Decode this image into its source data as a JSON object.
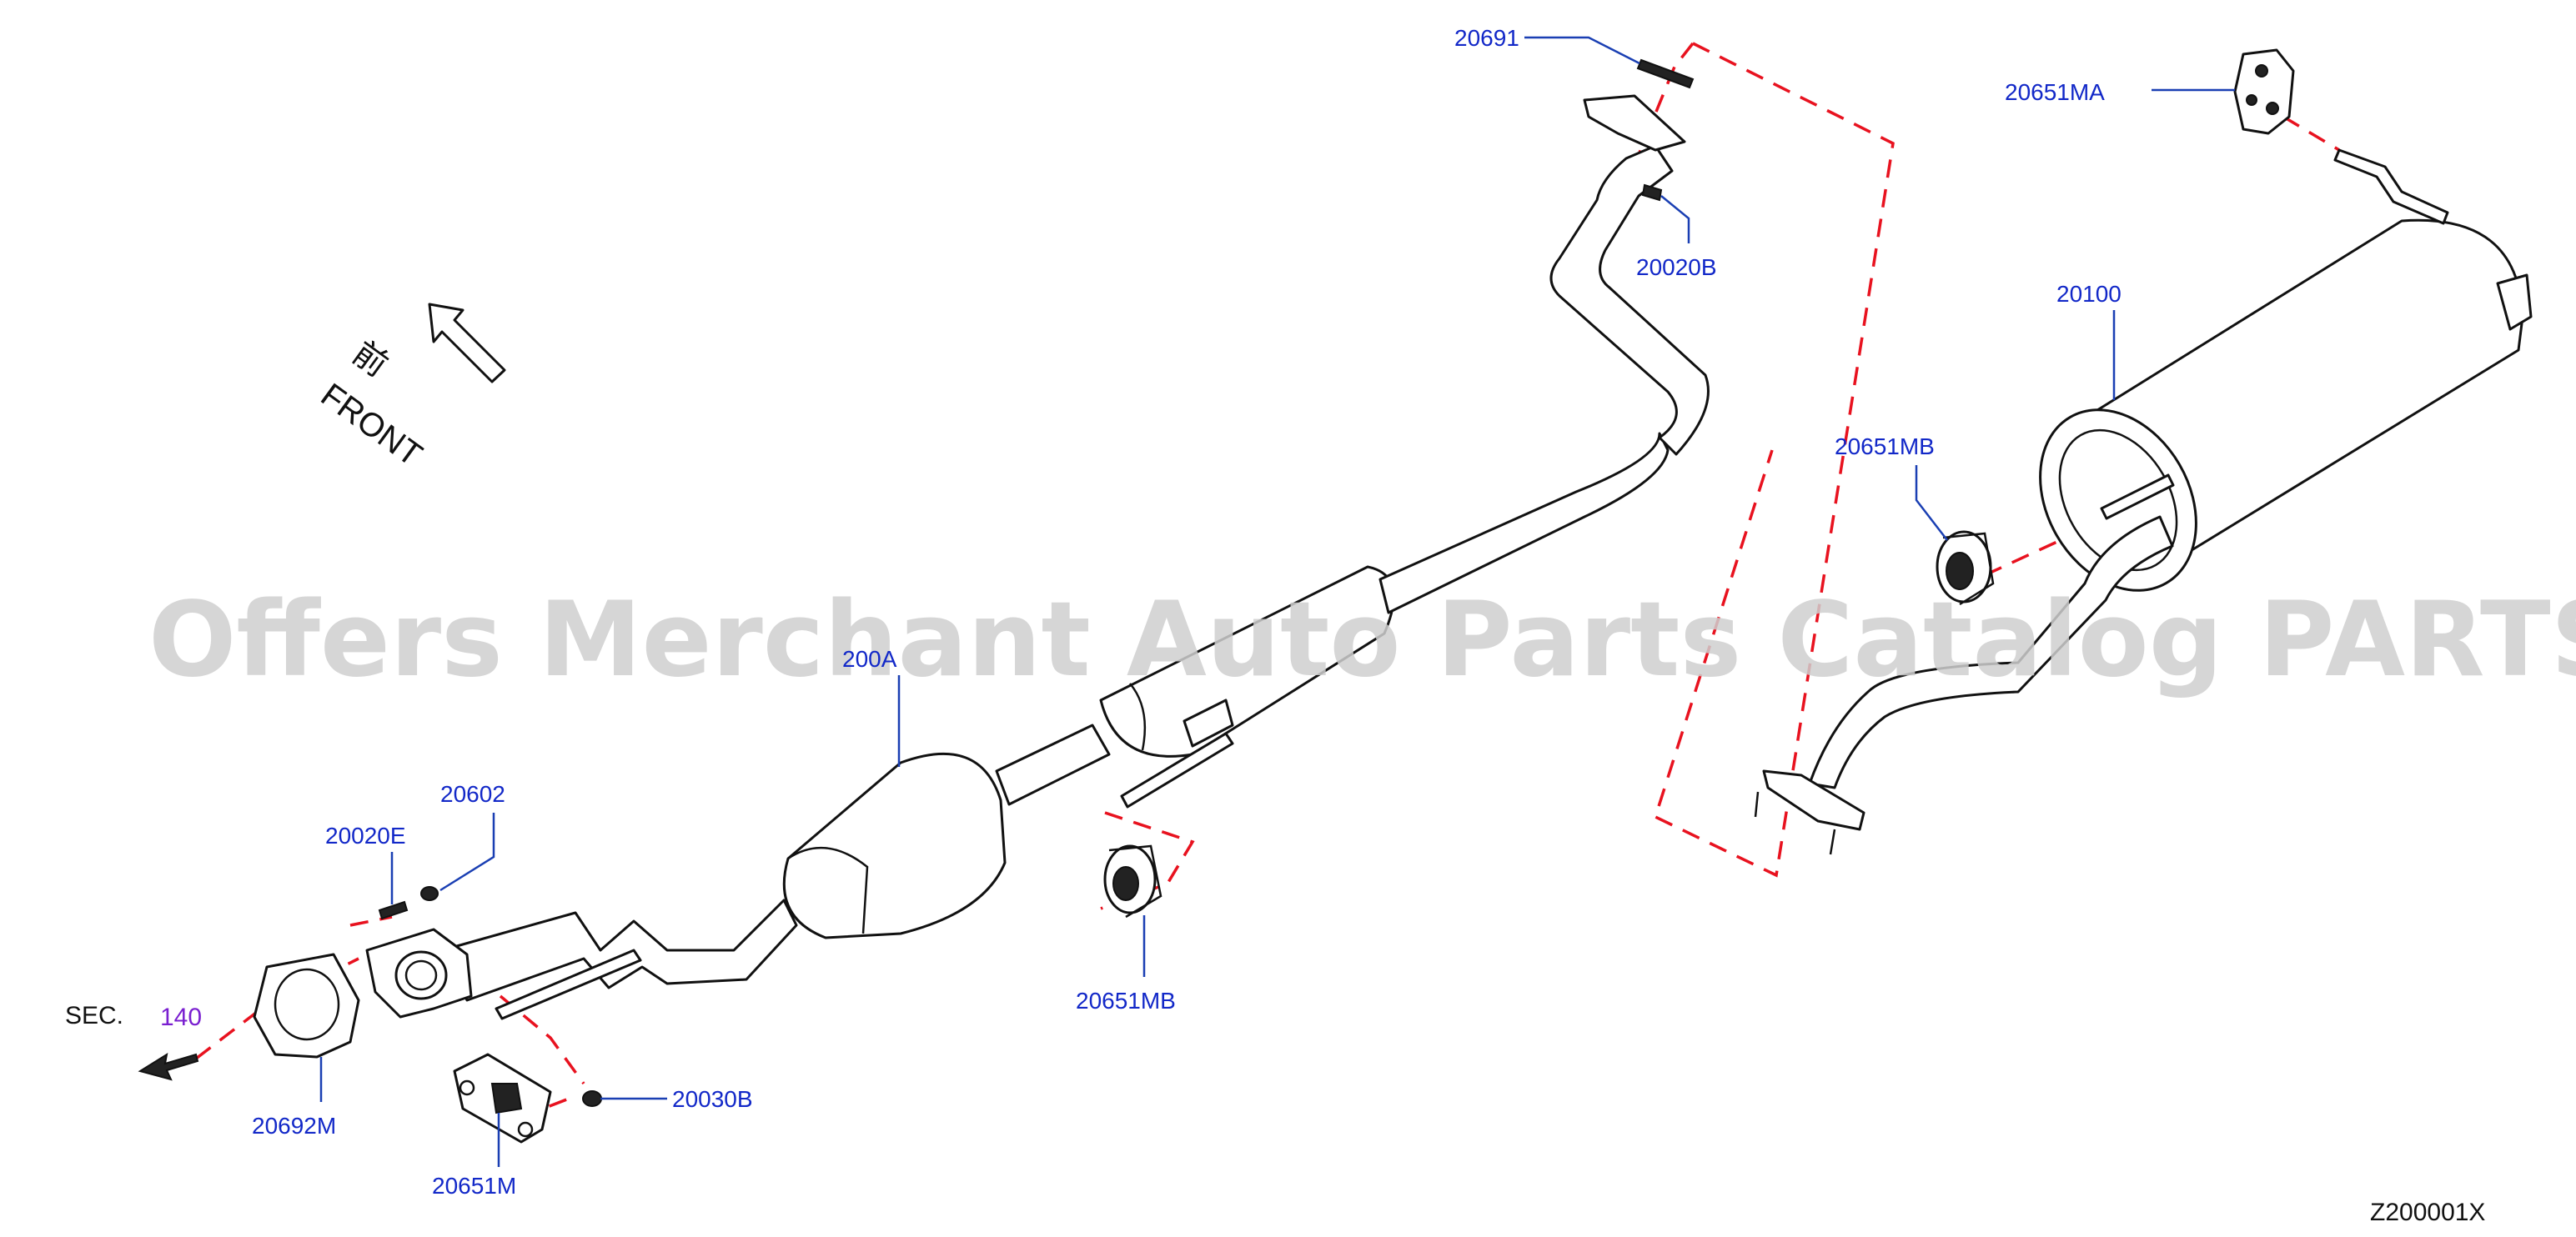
{
  "diagram_code": "Z200001X",
  "watermark": "Offers Merchant Auto Parts Catalog PARTSTORE.SA",
  "front_indicator": {
    "kanji": "前",
    "text": "FRONT"
  },
  "section_ref": {
    "prefix": "SEC.",
    "number": "140"
  },
  "callouts": {
    "p20691": "20691",
    "p20651MA": "20651MA",
    "p20020B": "20020B",
    "p20100": "20100",
    "p20651MB_rear": "20651MB",
    "p200A": "200A",
    "p20602": "20602",
    "p20020E": "20020E",
    "p20651MB_mid": "20651MB",
    "p20692M": "20692M",
    "p20030B": "20030B",
    "p20651M": "20651M"
  },
  "colors": {
    "label": "#1228c8",
    "leader": "#1a3fb3",
    "dashed_guide": "#e8121f",
    "section_number": "#7a1fd0",
    "outline": "#111111",
    "watermark": "#cfcfcf"
  }
}
